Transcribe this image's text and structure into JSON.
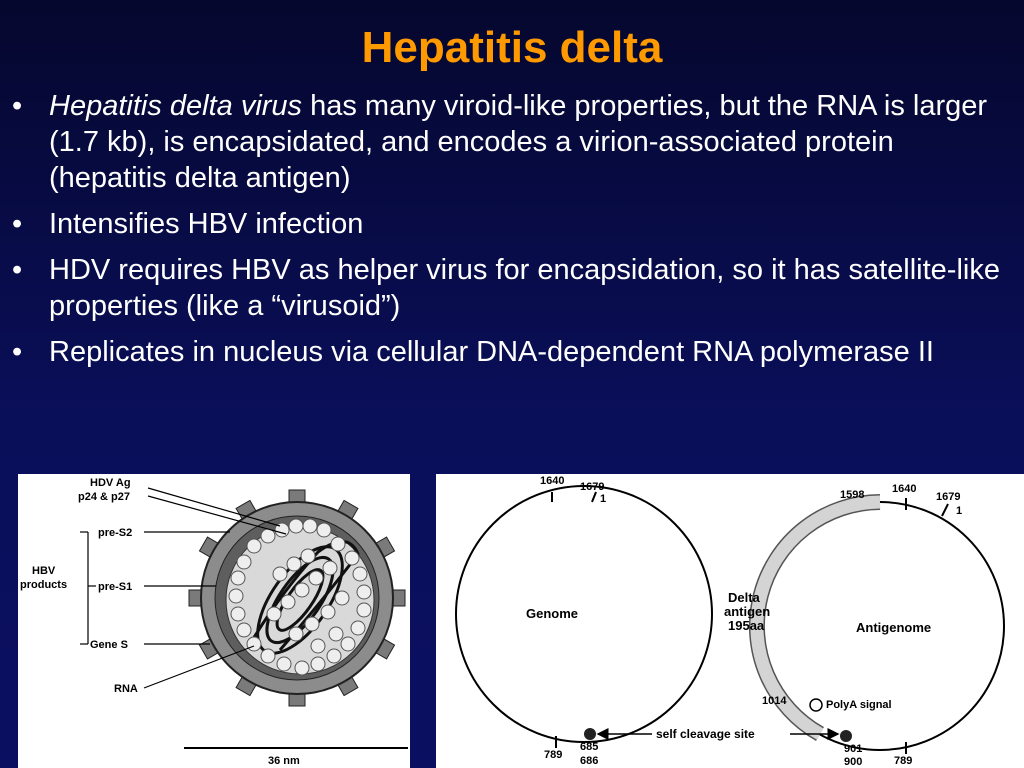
{
  "slide": {
    "title": "Hepatitis delta",
    "bullet_char": "•",
    "bullets": [
      {
        "italic": "Hepatitis delta virus",
        "rest": " has many viroid-like properties, but the RNA is larger (1.7 kb), is encapsidated, and encodes a virion-associated protein (hepatitis delta antigen)"
      },
      {
        "text": "Intensifies HBV infection"
      },
      {
        "text": "HDV requires HBV as helper virus for encapsidation, so it has satellite-like properties (like a “virusoid”)"
      },
      {
        "text": "Replicates in nucleus via cellular DNA-dependent RNA polymerase II"
      }
    ]
  },
  "virion_figure": {
    "hdv_ag_line1": "HDV Ag",
    "hdv_ag_line2": "p24 & p27",
    "pre_s2": "pre-S2",
    "pre_s1": "pre-S1",
    "gene_s": "Gene S",
    "rna": "RNA",
    "hbv_line1": "HBV",
    "hbv_line2": "products",
    "scale": "36 nm"
  },
  "genome_figure": {
    "genome_label": "Genome",
    "antigenome_label": "Antigenome",
    "delta_line1": "Delta",
    "delta_line2": "antigen",
    "delta_line3": "195aa",
    "g_1640": "1640",
    "g_1679": "1679",
    "g_1": "1",
    "g_789": "789",
    "g_685": "685",
    "g_686": "686",
    "a_1598": "1598",
    "a_1640": "1640",
    "a_1679": "1679",
    "a_1": "1",
    "a_1014": "1014",
    "polya": "PolyA signal",
    "a_901": "901",
    "a_900": "900",
    "a_789": "789",
    "self_cleavage": "self cleavage site"
  },
  "colors": {
    "background": "#0a0f5a",
    "title": "#ff9900",
    "text": "#ffffff"
  }
}
